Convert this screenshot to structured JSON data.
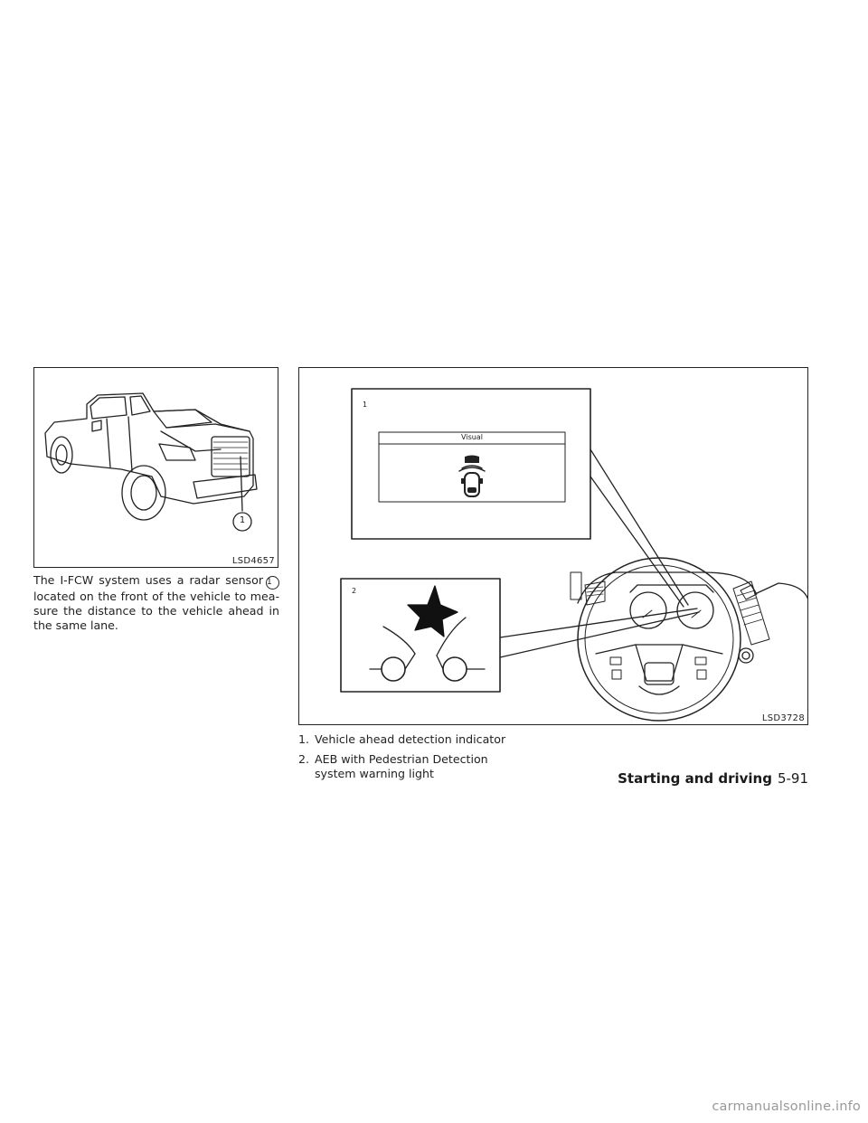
{
  "figure_left": {
    "code": "LSD4657",
    "callout_label": "1"
  },
  "figure_right": {
    "code": "LSD3728",
    "inset1_label": "1",
    "inset1_header": "Visual",
    "inset2_label": "2"
  },
  "paragraph": {
    "before_callout": "The I-FCW system uses a radar sensor",
    "callout": "1",
    "after_callout": "located on the front of the vehicle to mea-sure the distance to the vehicle ahead in the same lane."
  },
  "legend": {
    "item1_number": "1.",
    "item1_text": "Vehicle ahead detection indicator",
    "item2_number": "2.",
    "item2_line1": "AEB with Pedestrian Detection",
    "item2_line2": "system warning light"
  },
  "footer": {
    "section": "Starting and driving",
    "page": "5-91"
  },
  "watermark": "carmanualsonline.info"
}
